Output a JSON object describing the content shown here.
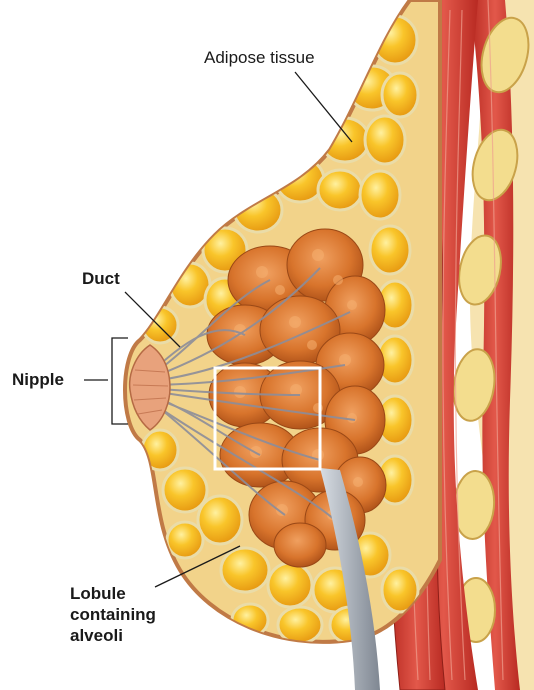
{
  "labels": {
    "adipose": "Adipose tissue",
    "duct": "Duct",
    "nipple": "Nipple",
    "lobule_line1": "Lobule",
    "lobule_line2": "containing",
    "lobule_line3": "alveoli"
  },
  "colors": {
    "skin": "#e9b27d",
    "skin_outline": "#b06b3a",
    "fat_bg": "#f2c23a",
    "fat_lobule": "#f7b51c",
    "fat_highlight": "#fde27a",
    "gland": "#d8742c",
    "gland_dark": "#b8561a",
    "duct": "#8f8f9a",
    "muscle": "#c8312a",
    "muscle_light": "#e05a48",
    "rib": "#f0dc8a",
    "callout_box": "#ffffff",
    "pointer": "#9aa0a8"
  }
}
